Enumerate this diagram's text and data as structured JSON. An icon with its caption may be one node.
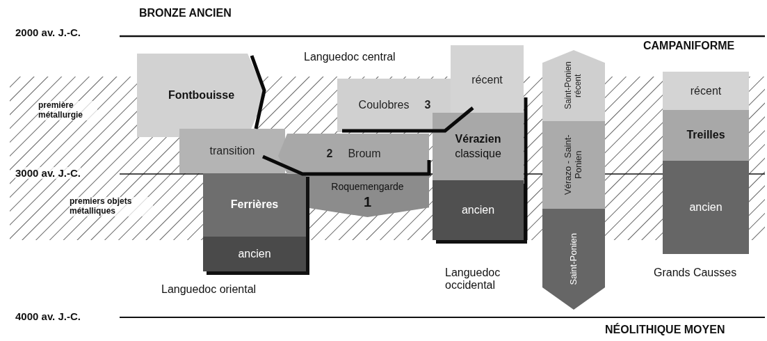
{
  "diagram": {
    "nodes": [
      {
        "text": [
          "Fontbouisse"
        ]
      },
      {
        "text": [
          "récent"
        ]
      },
      {
        "text": [
          "Coulobres",
          "3"
        ]
      },
      {
        "text": [
          "Saint-Ponien récent"
        ]
      },
      {
        "text": [
          "récent"
        ]
      },
      {
        "text": [
          "transition"
        ]
      },
      {
        "text": [
          "2",
          "Broum"
        ]
      },
      {
        "text": [
          "Vérazien",
          "classique"
        ]
      },
      {
        "text": [
          "Treilles"
        ]
      },
      {
        "text": [
          "Roquemengarde",
          "1"
        ]
      },
      {
        "text": [
          "Ferrières"
        ]
      },
      {
        "text": [
          "ancien"
        ]
      },
      {
        "text": [
          "Vérazo - Saint-Ponien"
        ]
      },
      {
        "text": [
          "ancien"
        ]
      },
      {
        "text": [
          "ancien"
        ]
      },
      {
        "text": [
          "Saint-Ponien"
        ]
      }
    ],
    "labels": [
      "BRONZE ANCIEN",
      "2000 av. J.-C.",
      "CAMPANIFORME",
      "Languedoc central",
      "première métallurgie",
      "3000 av. J.-C.",
      "premiers objets métalliques",
      "Languedoc oriental",
      "Languedoc occidental",
      "Grands Causses",
      "4000 av. J.-C.",
      "NÉOLITHIQUE MOYEN"
    ]
  }
}
